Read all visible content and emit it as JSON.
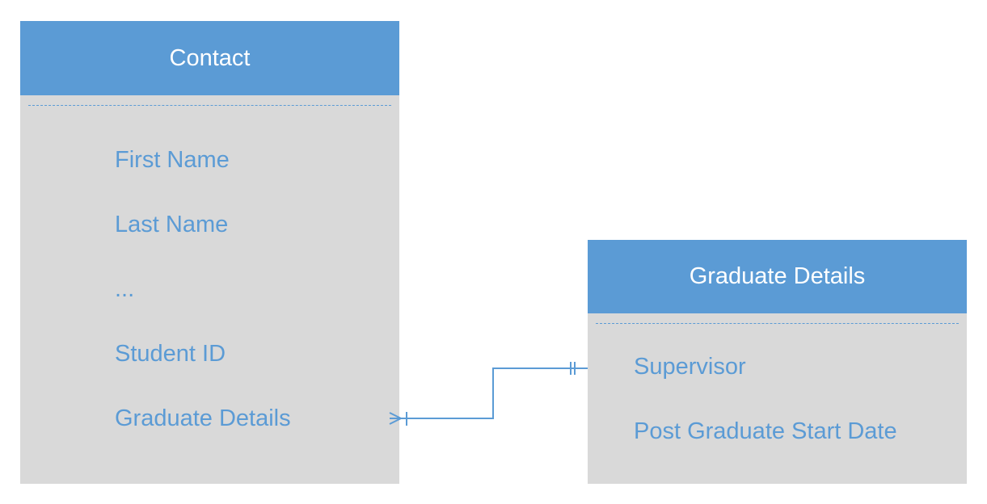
{
  "entities": {
    "contact": {
      "title": "Contact",
      "fields": [
        "First Name",
        "Last Name",
        "...",
        "Student ID",
        "Graduate Details"
      ]
    },
    "graduate_details": {
      "title": "Graduate Details",
      "fields": [
        "Supervisor",
        "Post Graduate Start Date"
      ]
    }
  },
  "relationship": {
    "from_cardinality": "one-or-many",
    "to_cardinality": "one-and-only-one"
  },
  "colors": {
    "header": "#5b9bd5",
    "body": "#d9d9d9",
    "field_text": "#5b9bd5",
    "header_text": "#ffffff"
  }
}
